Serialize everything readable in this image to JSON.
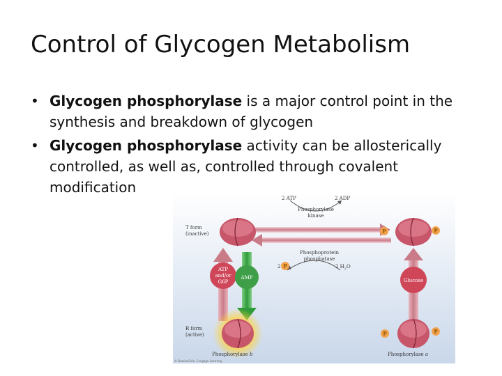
{
  "slide": {
    "title": "Control of Glycogen Metabolism",
    "bullets": [
      {
        "bold": "Glycogen phosphorylase",
        "rest": " is a major control point in the synthesis and breakdown of glycogen"
      },
      {
        "bold": "Glycogen phosphorylase",
        "rest": " activity can be allosterically controlled, as well as, controlled through covalent modification"
      }
    ]
  },
  "figure": {
    "top_atp": "2 ATP",
    "top_adp": "2 ADP",
    "kinase_line1": "Phosphorylase",
    "kinase_line2": "kinase",
    "t_form_line1": "T form",
    "t_form_line2": "(inactive)",
    "phosphatase_line1": "Phosphoprotein",
    "phosphatase_line2": "phosphatase",
    "two_left": "2",
    "two_h2o": "2 H",
    "h2o_sub": "2",
    "h2o_o": "O",
    "atp_line1": "ATP",
    "atp_line2": "and/or",
    "atp_line3": "G6P",
    "amp": "AMP",
    "glucose": "Glucose",
    "r_form_line1": "R form",
    "r_form_line2": "(active)",
    "phosphorylase_b": "Phosphorylase",
    "b_letter": "b",
    "phosphorylase_a": "Phosphorylase",
    "a_letter": "a",
    "p_symbol": "P",
    "credit": "© Brooks/Cole, Cengage Learning",
    "colors": {
      "background_top": "#ffffff",
      "background_bottom": "#c9d7ea",
      "enzyme_red": "#c7566a",
      "arrow_pink": "#c97c88",
      "amp_green": "#41a84b",
      "phosphate_orange": "#f1a24a",
      "glow_yellow": "#ffd23a"
    }
  }
}
